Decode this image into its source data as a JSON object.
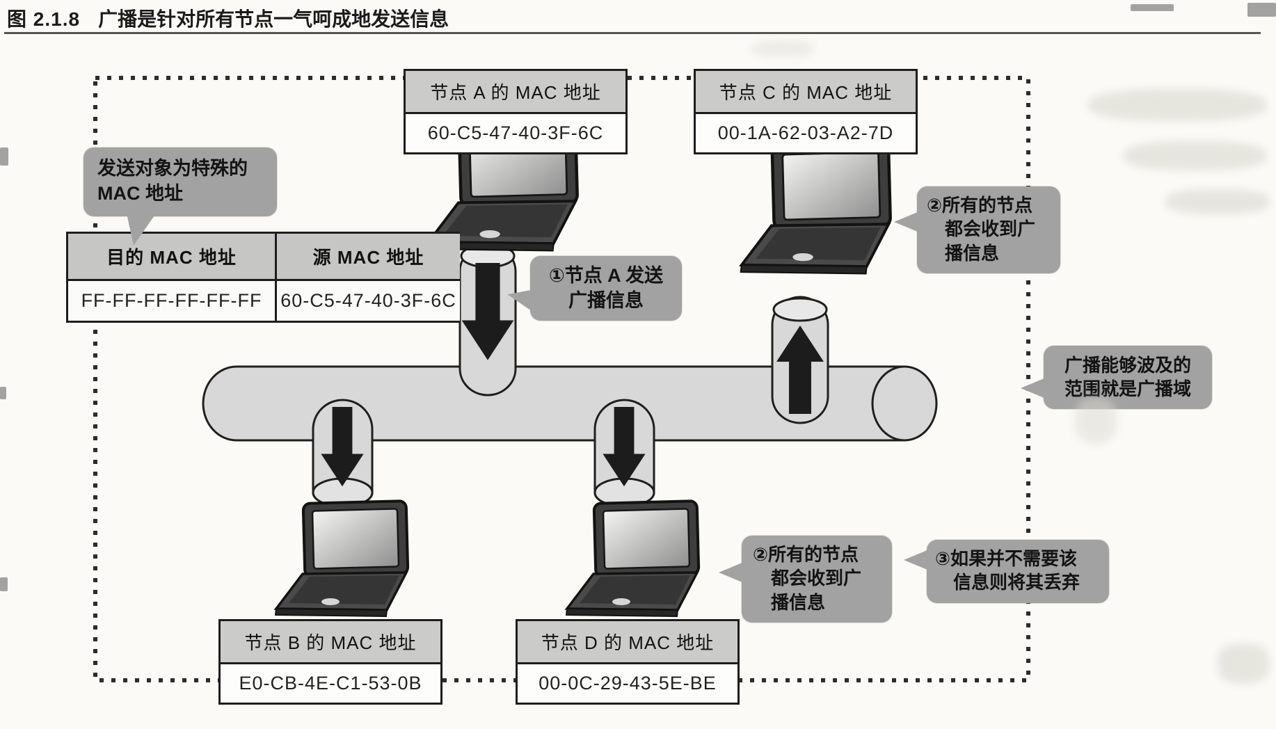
{
  "figure": {
    "label": "图 2.1.8",
    "title": "广播是针对所有节点一气呵成地发送信息"
  },
  "nodes": {
    "a": {
      "label": "节点 A 的 MAC 地址",
      "mac": "60-C5-47-40-3F-6C"
    },
    "c": {
      "label": "节点 C 的 MAC 地址",
      "mac": "00-1A-62-03-A2-7D"
    },
    "b": {
      "label": "节点 B 的 MAC 地址",
      "mac": "E0-CB-4E-C1-53-0B"
    },
    "d": {
      "label": "节点 D 的 MAC 地址",
      "mac": "00-0C-29-43-5E-BE"
    }
  },
  "frame_table": {
    "headers": [
      "目的 MAC 地址",
      "源 MAC 地址"
    ],
    "values": [
      "FF-FF-FF-FF-FF-FF",
      "60-C5-47-40-3F-6C"
    ]
  },
  "callouts": {
    "special_mac": "发送对象为特殊的\nMAC 地址",
    "step1": "①节点 A 发送\n广播信息",
    "step2_top": "②所有的节点\n　都会收到广\n　播信息",
    "step2_bottom": "②所有的节点\n　都会收到广\n　播信息",
    "step3": "③如果并不需要该\n　信息则将其丢弃",
    "domain": "广播能够波及的\n范围就是广播域"
  },
  "colors": {
    "callout_bg": "#a2a2a2",
    "box_header_bg": "#cbcbc9",
    "cylinder_fill": "#d8d8d8",
    "arrow": "#1c1c1c",
    "outline": "#1d1d1d"
  }
}
